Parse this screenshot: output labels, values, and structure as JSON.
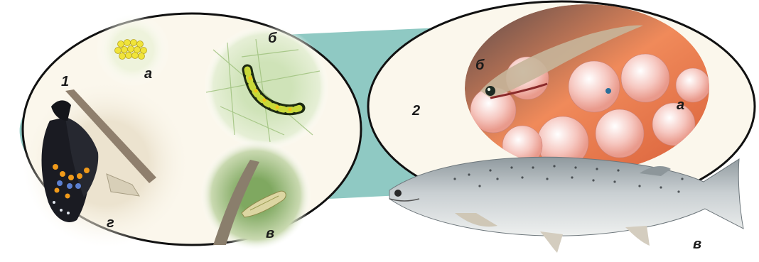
{
  "figure": {
    "group_labels": {
      "insects": "1",
      "fish": "2"
    },
    "insect_stage_labels": {
      "eggs": "а",
      "larva": "б",
      "pupa": "в",
      "adult": "г"
    },
    "fish_stage_labels": {
      "eggs": "а",
      "fry": "б",
      "adult": "в"
    },
    "colors": {
      "background_band": "#8fc9c3",
      "oval_fill": "#fbf7ec",
      "oval_stroke": "#111111",
      "roe": "#f3a77f",
      "salmon_body": "#b9c0c4"
    },
    "icons": [
      "butterfly-eggs",
      "caterpillar",
      "chrysalis",
      "swallowtail-butterfly",
      "salmon-eggs",
      "salmon-fry",
      "salmon"
    ]
  }
}
